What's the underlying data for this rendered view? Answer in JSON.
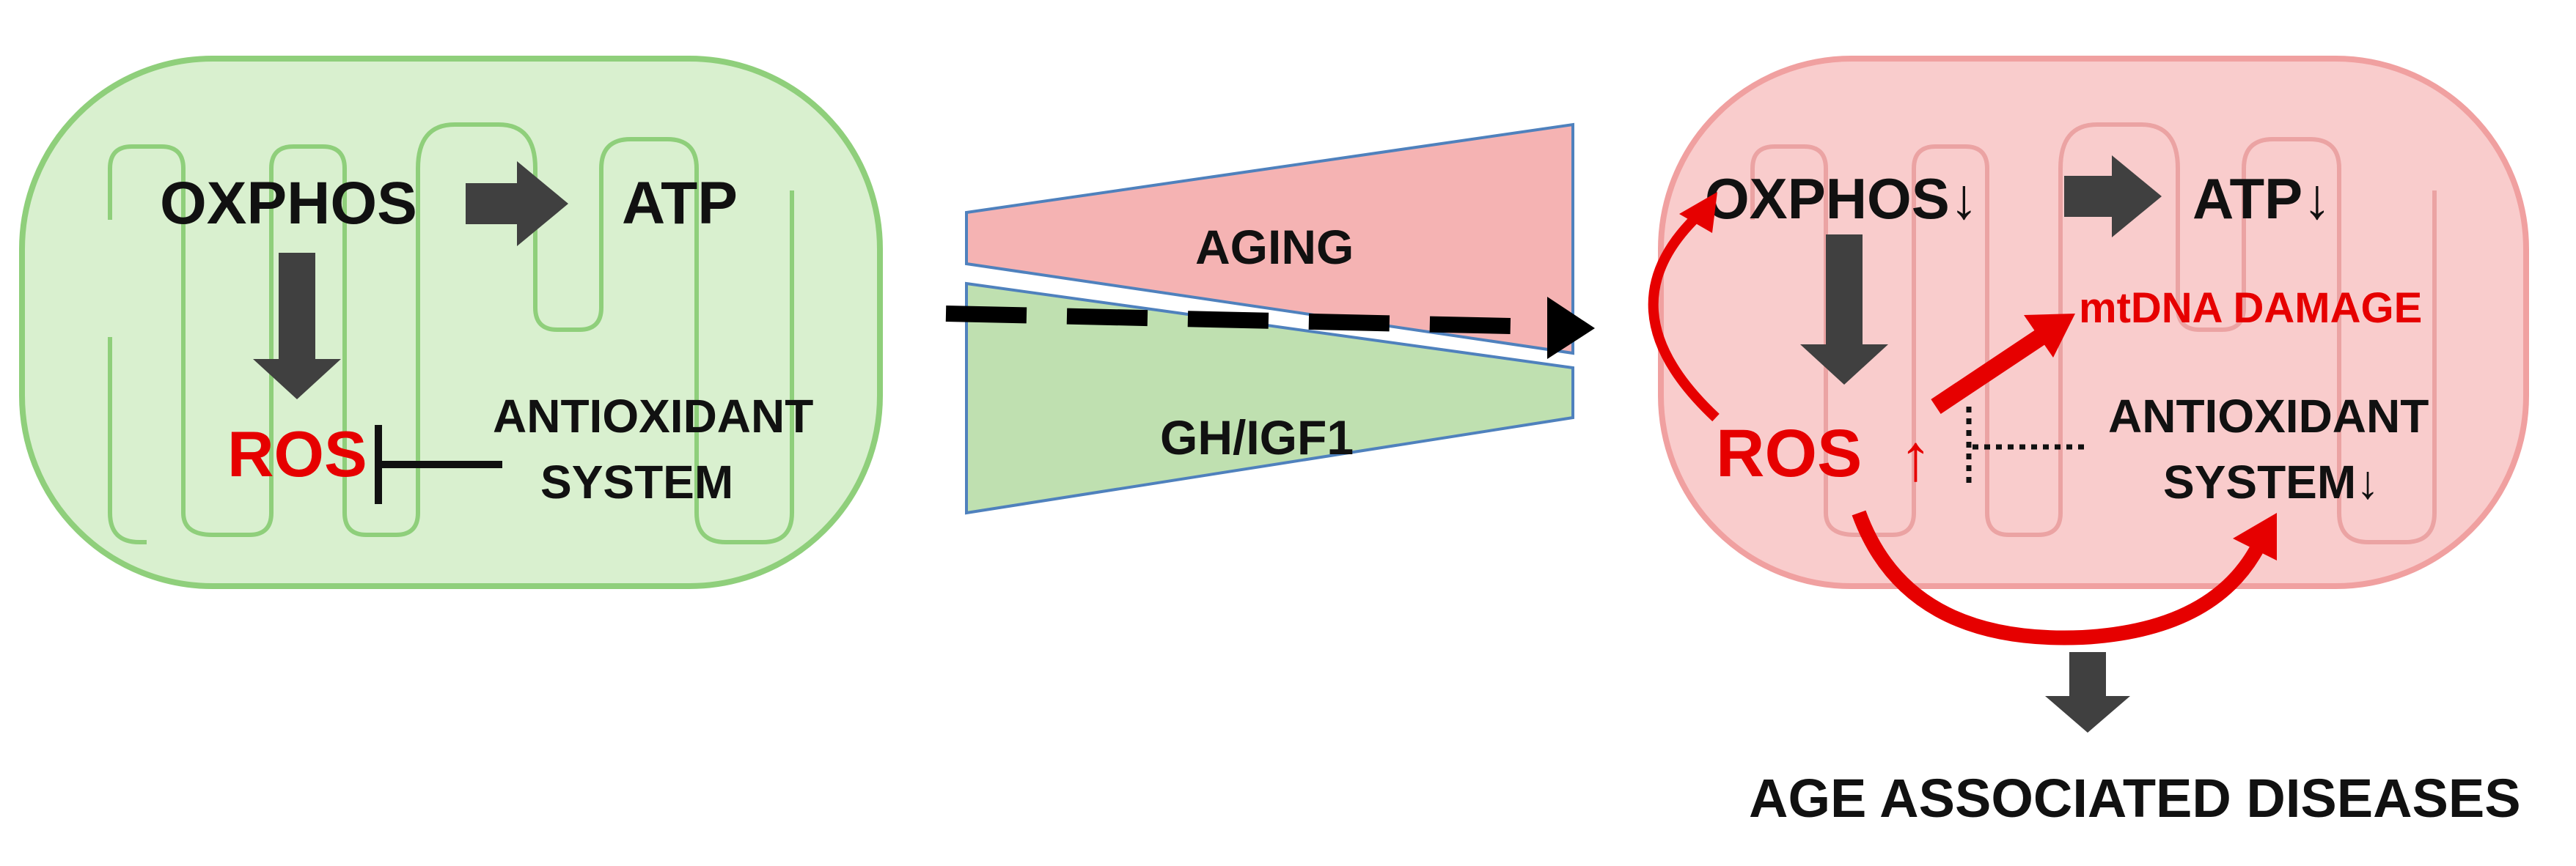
{
  "colors": {
    "healthy_fill": "#d9f0cf",
    "healthy_stroke": "#8fcf7b",
    "aged_fill": "#f9cccc",
    "aged_stroke": "#f0a0a0",
    "aging_wedge": "#f5b3b3",
    "ghigf1_wedge": "#bfe0b0",
    "wedge_stroke": "#4f81bd",
    "arrow_dark": "#404040",
    "red": "#e60000",
    "text": "#111111"
  },
  "healthy": {
    "oxphos": "OXPHOS",
    "atp": "ATP",
    "ros": "ROS",
    "antioxidant_line1": "ANTIOXIDANT",
    "antioxidant_line2": "SYSTEM"
  },
  "transition": {
    "aging": "AGING",
    "ghigf1": "GH/IGF1"
  },
  "aged": {
    "oxphos": "OXPHOS↓",
    "atp": "ATP↓",
    "mtdna": "mtDNA DAMAGE",
    "ros": "ROS",
    "ros_up": "↑",
    "antioxidant_line1": "ANTIOXIDANT",
    "antioxidant_line2": "SYSTEM↓"
  },
  "outcome": "AGE ASSOCIATED DISEASES"
}
